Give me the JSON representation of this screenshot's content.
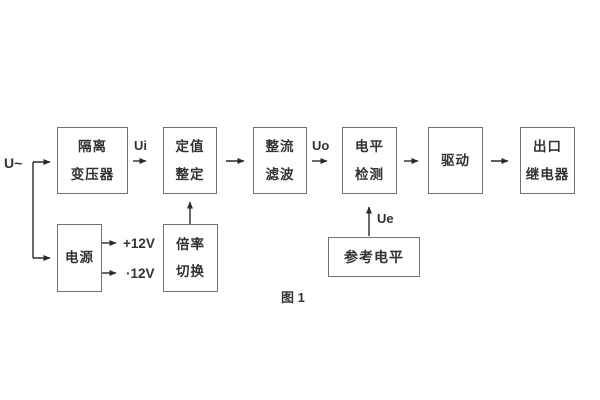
{
  "figure": {
    "caption": "图 1",
    "signal_labels": {
      "input": "U~",
      "ui": "Ui",
      "uo": "Uo",
      "ue": "Ue",
      "plus_12v": "+12V",
      "minus_12v": "·12V"
    },
    "blocks": {
      "isolation_transformer": {
        "line1": "隔离",
        "line2": "变压器"
      },
      "value_setting": {
        "line1": "定值",
        "line2": "整定"
      },
      "rectifier_filter": {
        "line1": "整流",
        "line2": "滤波"
      },
      "level_detection": {
        "line1": "电平",
        "line2": "检测"
      },
      "drive": {
        "label": "驱动"
      },
      "output_relay": {
        "line1": "出口",
        "line2": "继电器"
      },
      "power_supply": {
        "label": "电源"
      },
      "ratio_switch": {
        "line1": "倍率",
        "line2": "切换"
      },
      "reference_level": {
        "label": "参考电平"
      }
    },
    "colors": {
      "background": "#ffffff",
      "box_border": "#707070",
      "text": "#333333",
      "line": "#2a2a2a"
    }
  }
}
